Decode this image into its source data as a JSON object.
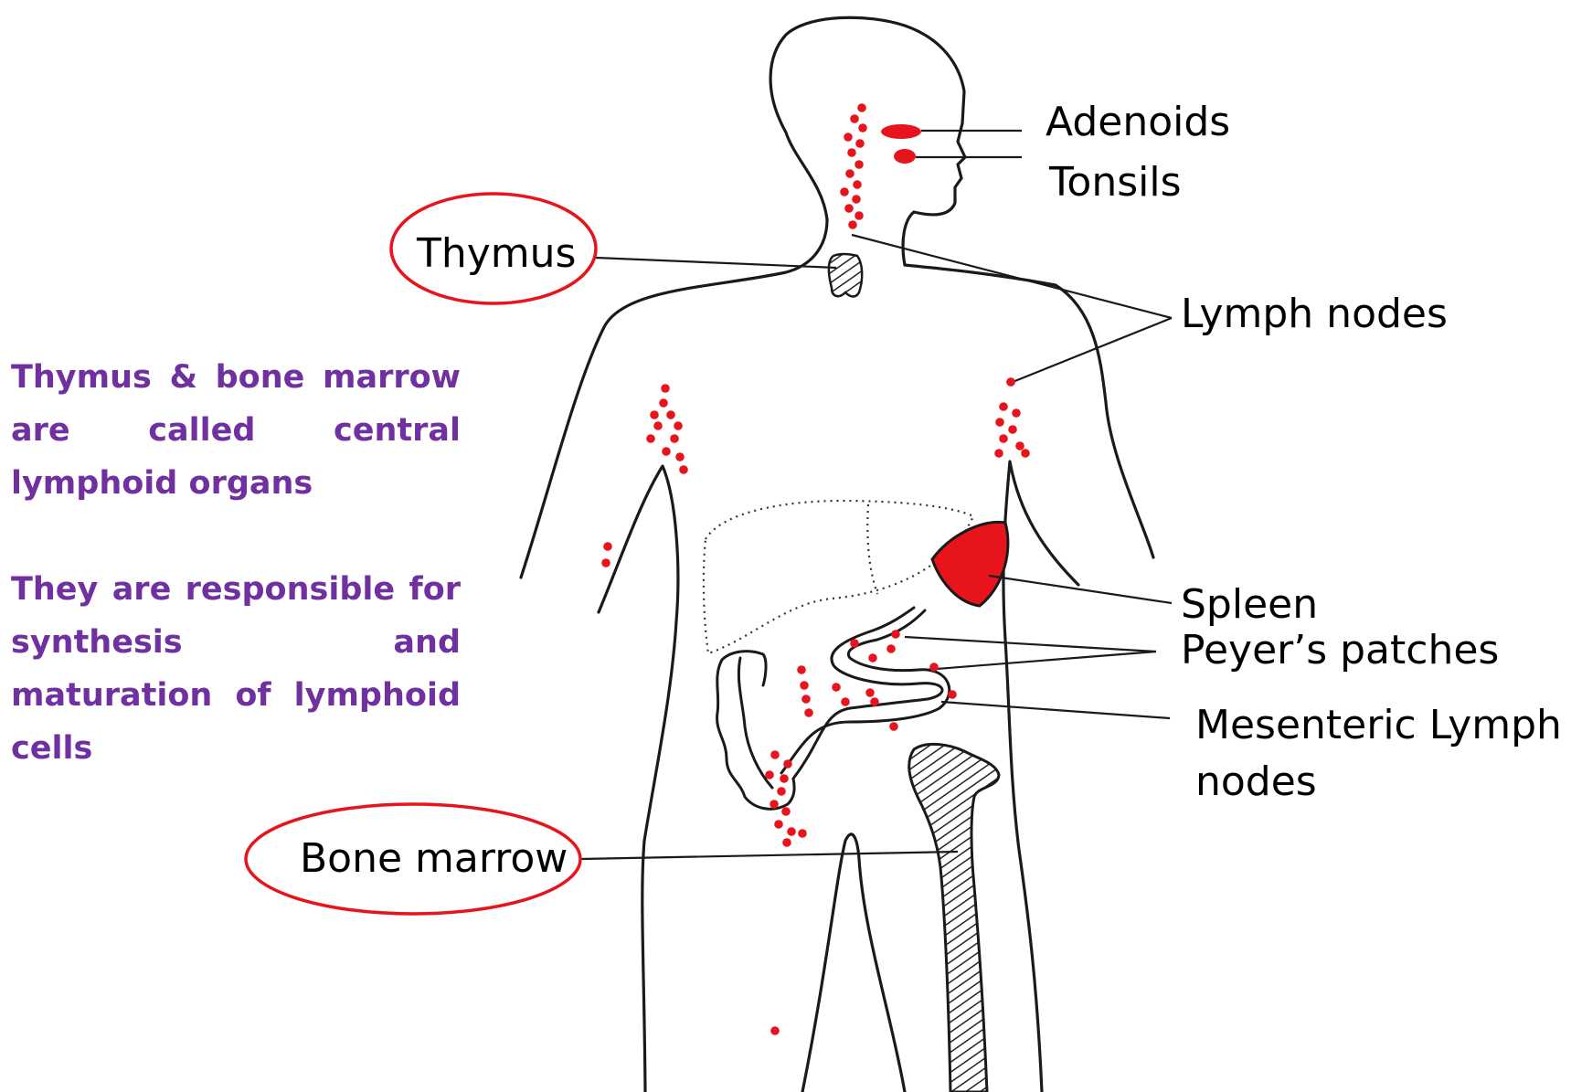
{
  "labels": {
    "adenoids": "Adenoids",
    "tonsils": "Tonsils",
    "thymus": "Thymus",
    "lymph_nodes": "Lymph nodes",
    "spleen": "Spleen",
    "peyers_patches": "Peyer’s patches",
    "mesenteric_line1": "Mesenteric Lymph",
    "mesenteric_line2": "nodes",
    "bone_marrow": "Bone marrow"
  },
  "notes": {
    "central_organs": "Thymus & bone marrow are called central lymphoid organs",
    "responsibility": "They are responsible for synthesis and maturation of lymphoid cells"
  },
  "colors": {
    "lymphoid_red": "#e8141b",
    "highlight_ellipse": "#e8141b",
    "note_text": "#7030a0",
    "outline": "#1a1a1a"
  }
}
